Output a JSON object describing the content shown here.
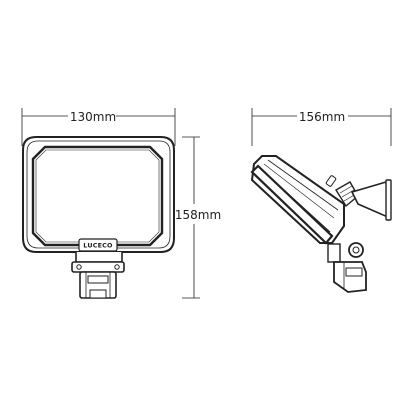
{
  "dimensions": {
    "front_width": "130mm",
    "front_height": "158mm",
    "side_depth": "156mm"
  },
  "product": {
    "logo": "LUCECO"
  },
  "colors": {
    "line": "#222222",
    "body_fill": "#ffffff",
    "logo_fill": "#ffffff"
  }
}
